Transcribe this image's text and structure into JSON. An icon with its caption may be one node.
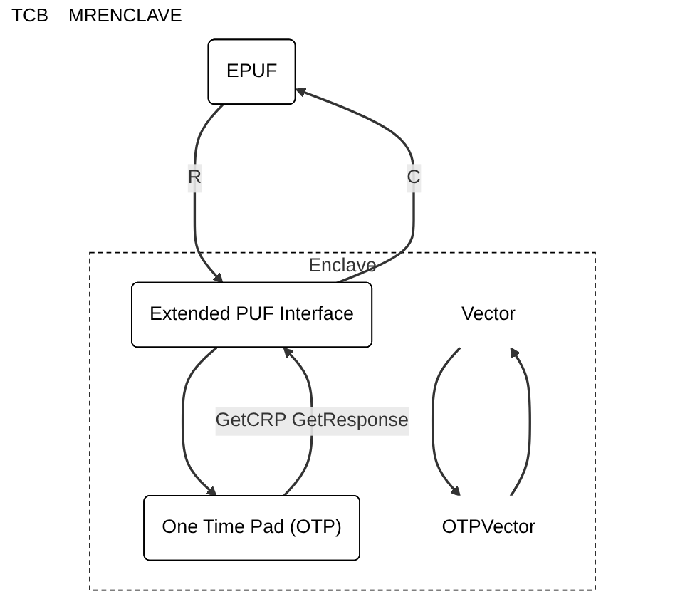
{
  "diagram": {
    "nodes": [
      {
        "text": [
          "EPUF"
        ]
      },
      {
        "text": [
          "Enclave"
        ]
      },
      {
        "text": [
          "Extended PUF Interface"
        ],
        "in": 1
      },
      {
        "text": [
          "One Time Pad (OTP)"
        ],
        "in": 1
      },
      {
        "text": [
          "Vector"
        ],
        "in": 1
      },
      {
        "text": [
          "OTPVector"
        ],
        "in": 1
      }
    ],
    "edges": [
      {
        "from": 0,
        "to": 2,
        "arrow": "to",
        "label": "R"
      },
      {
        "from": 2,
        "to": 0,
        "arrow": "to",
        "label": "C"
      },
      {
        "from": 2,
        "to": 3,
        "arrow": "to"
      },
      {
        "from": 3,
        "to": 2,
        "arrow": "to",
        "label": "GetCRP GetResponse"
      },
      {
        "from": 4,
        "to": 5,
        "arrow": "to"
      },
      {
        "from": 5,
        "to": 4,
        "arrow": "to"
      }
    ],
    "labels": [
      "TCB",
      "MRENCLAVE"
    ]
  }
}
